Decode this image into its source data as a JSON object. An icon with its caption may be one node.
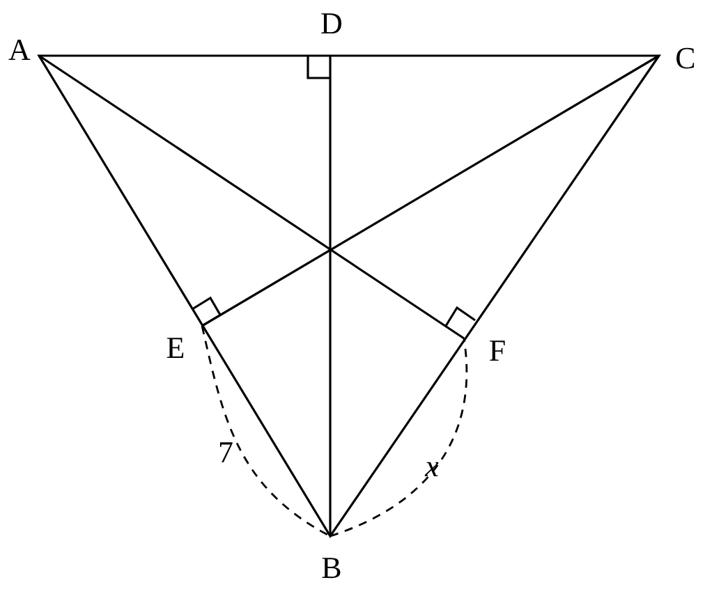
{
  "diagram": {
    "labels": [
      "A",
      "D",
      "C",
      "E",
      "F",
      "7",
      "x",
      "B"
    ]
  }
}
